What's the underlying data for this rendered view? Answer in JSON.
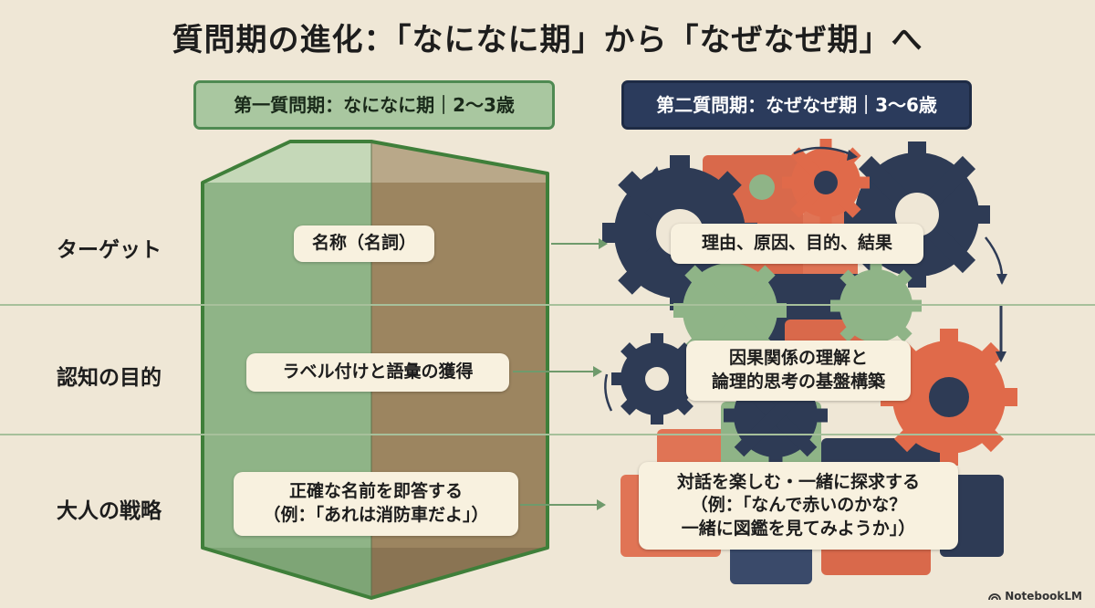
{
  "title": "質問期の進化：「なになに期」から「なぜなぜ期」へ",
  "headers": {
    "first": "第一質問期：なになに期｜2〜3歳",
    "second": "第二質問期：なぜなぜ期｜3〜6歳"
  },
  "rows": [
    {
      "label": "ターゲット",
      "first": [
        "名称（名詞）"
      ],
      "second": [
        "理由、原因、目的、結果"
      ]
    },
    {
      "label": "認知の目的",
      "first": [
        "ラベル付けと語彙の獲得"
      ],
      "second": [
        "因果関係の理解と",
        "論理的思考の基盤構築"
      ]
    },
    {
      "label": "大人の戦略",
      "first": [
        "正確な名前を即答する",
        "（例：「あれは消防車だよ」）"
      ],
      "second": [
        "対話を楽しむ・一緒に探求する",
        "（例：「なんで赤いのかな？",
        "一緒に図鑑を見てみようか」）"
      ]
    }
  ],
  "watermark": "NotebookLM",
  "colors": {
    "background": "#efe7d6",
    "green": "#4f8a52",
    "navy": "#2b3b5c",
    "orange": "#e06a4a",
    "sage": "#a9c7a0"
  }
}
